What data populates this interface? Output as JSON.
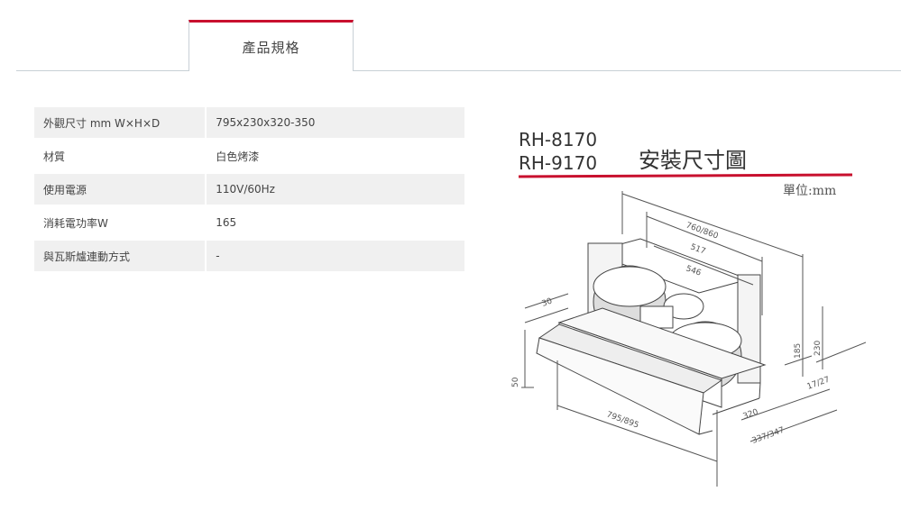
{
  "tab": {
    "label": "產品規格"
  },
  "specs": {
    "rows": [
      {
        "key": "外觀尺寸 mm W×H×D",
        "value": "795x230x320-350"
      },
      {
        "key": "材質",
        "value": "白色烤漆"
      },
      {
        "key": "使用電源",
        "value": "110V/60Hz"
      },
      {
        "key": "消耗電功率W",
        "value": "165"
      },
      {
        "key": "與瓦斯爐連動方式",
        "value": "-"
      }
    ]
  },
  "diagram": {
    "model_1": "RH-8170",
    "model_2": "RH-9170",
    "title": "安裝尺寸圖",
    "unit": "單位:mm",
    "dims": {
      "top_outer": "760/860",
      "top_mid": "517",
      "top_inner": "546",
      "left_small": "30",
      "left_side": "50",
      "width_front": "795/895",
      "height_185": "185",
      "height_230": "230",
      "side_17": "17/27",
      "depth_320": "320",
      "depth_337": "337/347"
    },
    "accent_color": "#c8102e"
  }
}
